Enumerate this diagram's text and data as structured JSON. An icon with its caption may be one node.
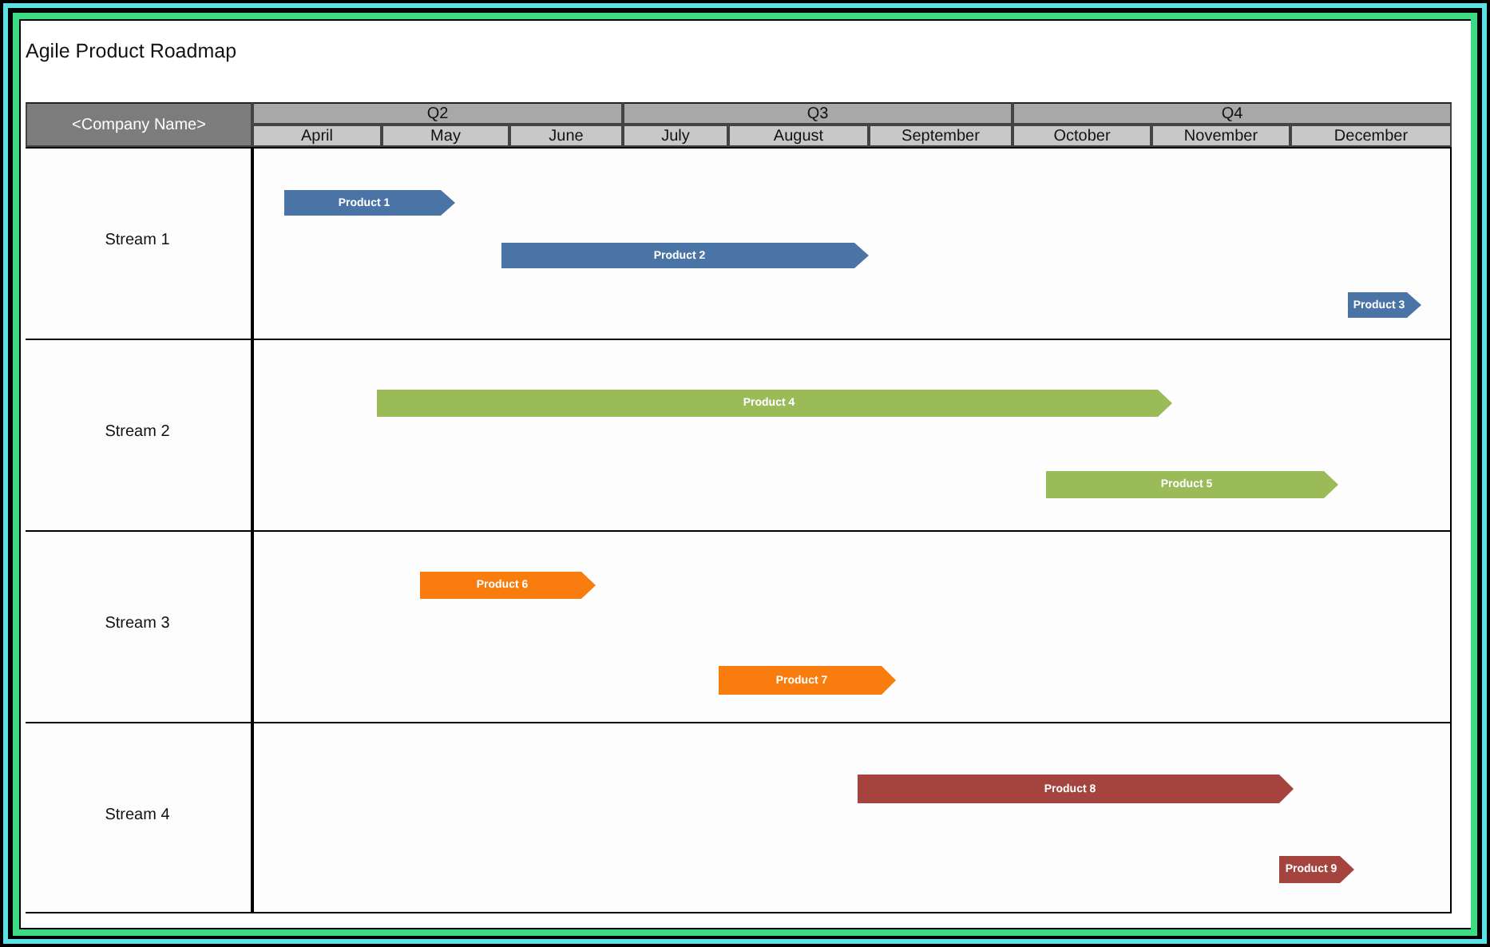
{
  "diagram": {
    "title": "Agile Product Roadmap",
    "nodes": [
      {
        "text": [
          "<Company Name>"
        ]
      },
      {
        "text": [
          "Q2"
        ]
      },
      {
        "text": [
          "Q3"
        ]
      },
      {
        "text": [
          "Q4"
        ]
      },
      {
        "text": [
          "April"
        ]
      },
      {
        "text": [
          "May"
        ]
      },
      {
        "text": [
          "June"
        ]
      },
      {
        "text": [
          "July"
        ]
      },
      {
        "text": [
          "August"
        ]
      },
      {
        "text": [
          "September"
        ]
      },
      {
        "text": [
          "October"
        ]
      },
      {
        "text": [
          "November"
        ]
      },
      {
        "text": [
          "December"
        ]
      },
      {
        "text": [
          "Stream 1"
        ]
      },
      {
        "text": [
          "Product 1"
        ],
        "in": 13
      },
      {
        "text": [
          "Product 2"
        ],
        "in": 13
      },
      {
        "text": [
          "Product 3"
        ],
        "in": 13
      },
      {
        "text": [
          "Stream 2"
        ]
      },
      {
        "text": [
          "Product 4"
        ],
        "in": 17
      },
      {
        "text": [
          "Product 5"
        ],
        "in": 17
      },
      {
        "text": [
          "Stream 3"
        ]
      },
      {
        "text": [
          "Product 6"
        ],
        "in": 20
      },
      {
        "text": [
          "Product 7"
        ],
        "in": 20
      },
      {
        "text": [
          "Stream 4"
        ]
      },
      {
        "text": [
          "Product 8"
        ],
        "in": 23
      },
      {
        "text": [
          "Product 9"
        ],
        "in": 23
      }
    ]
  }
}
